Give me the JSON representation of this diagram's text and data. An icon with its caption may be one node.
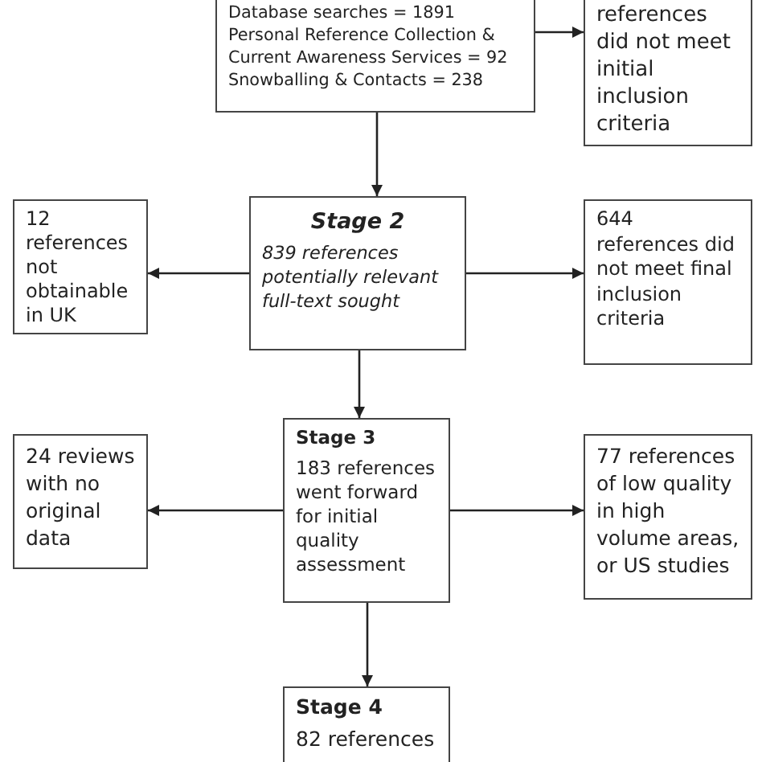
{
  "diagram": {
    "nodes": [
      {
        "text": [
          "Database searches = 1891 Personal Reference Collection & Current Awareness Services = 92 Snowballing & Contacts = 238"
        ]
      },
      {
        "text": [
          "references did not meet initial inclusion criteria"
        ]
      },
      {
        "text": [
          "12 references not obtainable in UK"
        ]
      },
      {
        "text": [
          "Stage 2",
          "839 references potentially relevant full-text sought"
        ]
      },
      {
        "text": [
          "644 references did not meet final inclusion criteria"
        ]
      },
      {
        "text": [
          "24 reviews with no original data"
        ]
      },
      {
        "text": [
          "Stage 3",
          "183 references went forward for initial quality assessment"
        ]
      },
      {
        "text": [
          "77 references of low quality in high volume areas, or US studies"
        ]
      },
      {
        "text": [
          "Stage 4",
          "82 references"
        ]
      }
    ],
    "edges": [
      {
        "from": 0,
        "to": 1,
        "arrow": "to"
      },
      {
        "from": 0,
        "to": 3,
        "arrow": "to"
      },
      {
        "from": 3,
        "to": 2,
        "arrow": "to"
      },
      {
        "from": 3,
        "to": 4,
        "arrow": "to"
      },
      {
        "from": 3,
        "to": 6,
        "arrow": "to"
      },
      {
        "from": 6,
        "to": 5,
        "arrow": "to"
      },
      {
        "from": 6,
        "to": 7,
        "arrow": "to"
      },
      {
        "from": 6,
        "to": 8,
        "arrow": "to"
      }
    ]
  }
}
